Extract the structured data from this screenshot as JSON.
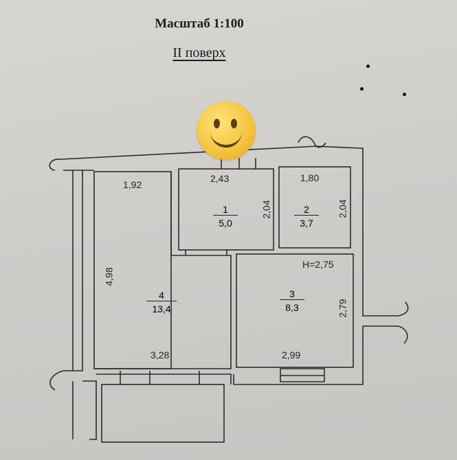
{
  "header": {
    "scale": "Масштаб 1:100",
    "floor": "II поверх"
  },
  "emoji": {
    "icon": "smiley-face-icon",
    "color": "#f5c542"
  },
  "rooms": [
    {
      "number": "1",
      "area": "5,0"
    },
    {
      "number": "2",
      "area": "3,7"
    },
    {
      "number": "3",
      "area": "8,3"
    },
    {
      "number": "4",
      "area": "13,4"
    }
  ],
  "dimensions": {
    "room4_top": "1,92",
    "room4_side": "4,98",
    "room4_bottom": "3,28",
    "room1_top": "2,43",
    "room1_side": "2,04",
    "room2_top": "1,80",
    "room2_side": "2,04",
    "room3_side": "2,79",
    "room3_bottom": "2,99",
    "ceiling_height": "H=2,75"
  }
}
